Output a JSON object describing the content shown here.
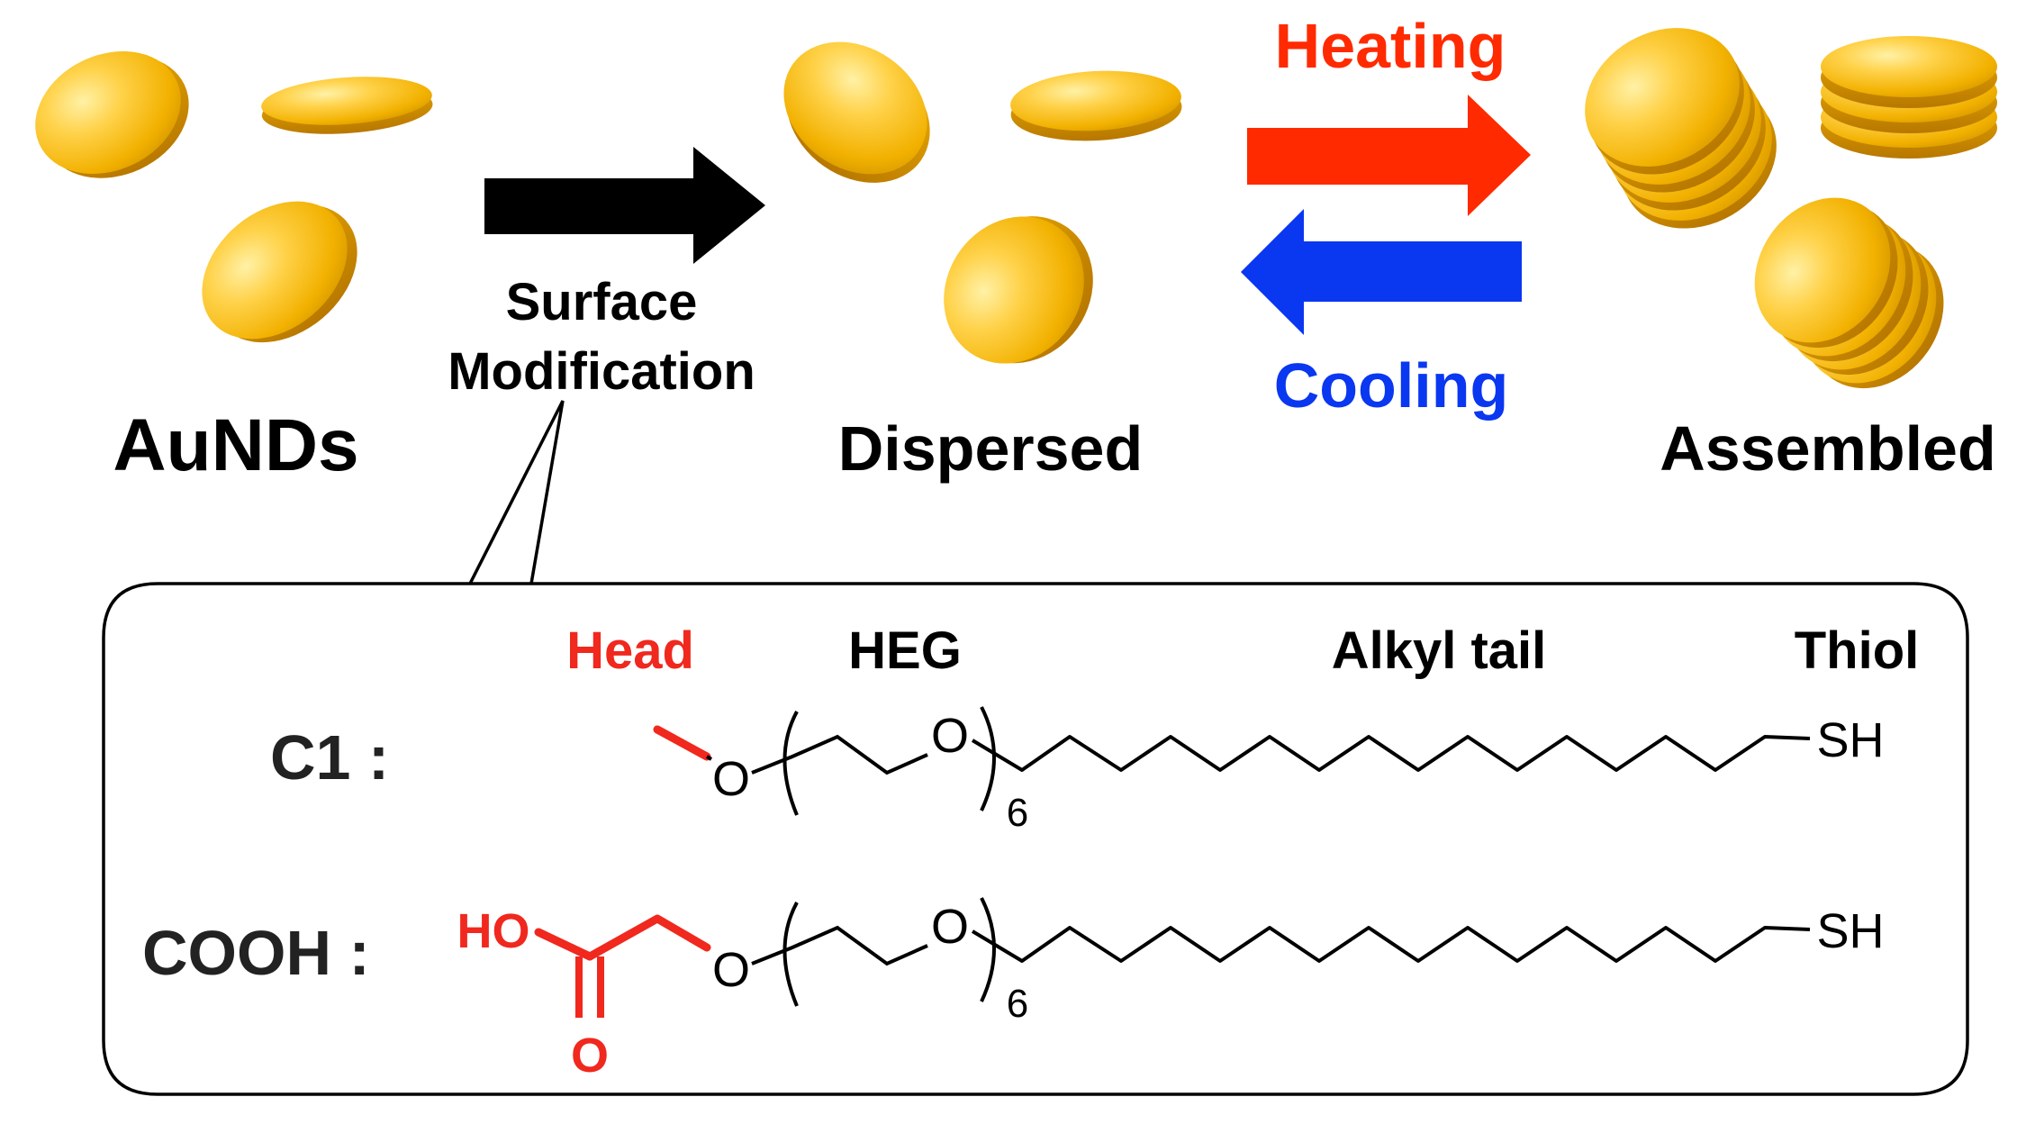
{
  "labels": {
    "aunds": "AuNDs",
    "surface_1": "Surface",
    "surface_2": "Modification",
    "dispersed": "Dispersed",
    "assembled": "Assembled",
    "heating": "Heating",
    "cooling": "Cooling"
  },
  "molecule_box": {
    "head": "Head",
    "heg": "HEG",
    "alkyl_tail": "Alkyl tail",
    "thiol": "Thiol",
    "rows": [
      {
        "name": "C1 :",
        "subscript": "6",
        "end_group": "SH"
      },
      {
        "name": "COOH :",
        "subscript": "6",
        "end_group": "SH",
        "head_atoms": {
          "ho": "HO",
          "carbonyl_o": "O"
        }
      }
    ],
    "ether_o": "O"
  },
  "colors": {
    "gold_light": "#FFD24A",
    "gold_dark": "#D08C00",
    "heating_red": "#FF2A00",
    "cooling_blue": "#0A37F0",
    "head_red": "#F0281E",
    "black": "#000000"
  }
}
